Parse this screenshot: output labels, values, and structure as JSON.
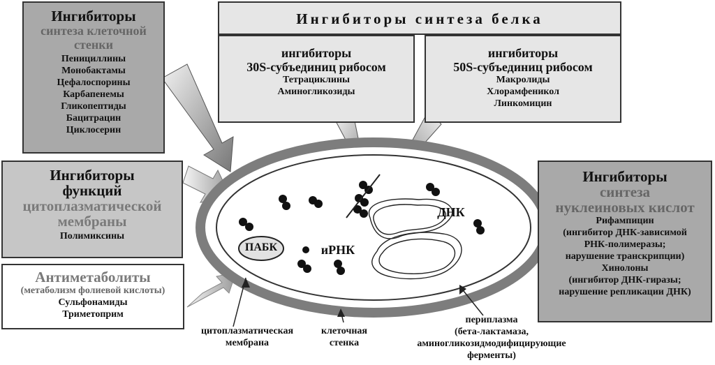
{
  "protein_synthesis": {
    "header": "Ингибиторы синтеза белка",
    "s30": {
      "title_line1": "ингибиторы",
      "title_line2": "30S-субъединиц рибосом",
      "items": [
        "Тетрациклины",
        "Аминогликозиды"
      ]
    },
    "s50": {
      "title_line1": "ингибиторы",
      "title_line2": "50S-субъединиц рибосом",
      "items": [
        "Макролиды",
        "Хлорамфеникол",
        "Линкомицин"
      ]
    }
  },
  "cell_wall": {
    "title_line1": "Ингибиторы",
    "title_line2": "синтеза клеточной",
    "title_line3": "стенки",
    "items": [
      "Пенициллины",
      "Монобактамы",
      "Цефалоспорины",
      "Карбапенемы",
      "Гликопептиды",
      "Бацитрацин",
      "Циклосерин"
    ]
  },
  "membrane": {
    "title_line1": "Ингибиторы",
    "title_line2": "функций",
    "title_line3": "цитоплазматической",
    "title_line4": "мембраны",
    "items": [
      "Полимиксины"
    ]
  },
  "antimetabolites": {
    "title": "Антиметаболиты",
    "subtitle": "(метаболизм фолиевой кислоты)",
    "items": [
      "Сульфонамиды",
      "Триметоприм"
    ]
  },
  "nucleic": {
    "title_line1": "Ингибиторы",
    "title_line2": "синтеза",
    "title_line3": "нуклеиновых кислот",
    "rifampicin": "Рифампицин",
    "rif_note": [
      "(ингибитор ДНК-зависимой",
      "РНК-полимеразы;",
      "нарушение транскрипции)"
    ],
    "quinolones": "Хинолоны",
    "quin_note": [
      "(ингибитор ДНК-гиразы;",
      "нарушение репликации ДНК)"
    ]
  },
  "cell": {
    "pabk": "ПАБК",
    "irnk": "иРНК",
    "dnk": "ДНК"
  },
  "labels": {
    "cyto_membrane": [
      "цитоплазматическая",
      "мембрана"
    ],
    "cell_wall": [
      "клеточная",
      "стенка"
    ],
    "periplasm": [
      "периплазма",
      "(бета-лактамаза,",
      "аминогликозидмодифицирующие",
      "ферменты)"
    ]
  }
}
